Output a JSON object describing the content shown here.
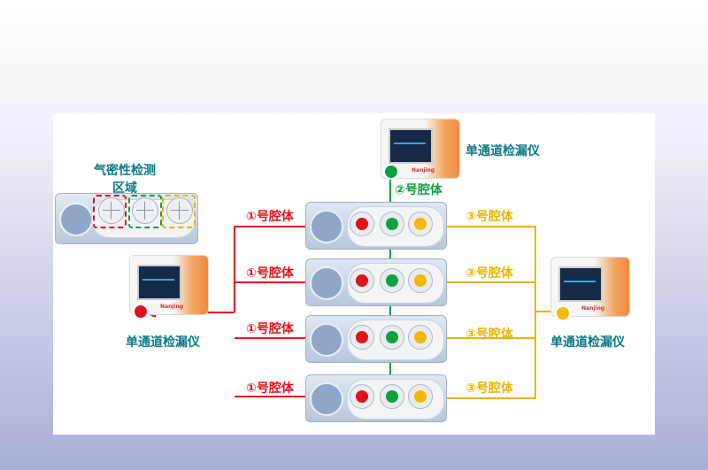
{
  "labels": {
    "airtight_area": [
      "气密性检测",
      "区域"
    ],
    "device_left": "单通道检漏仪",
    "device_top": "单通道检漏仪",
    "device_right": "单通道检漏仪",
    "cavity1": "①号腔体",
    "cavity2": "②号腔体",
    "cavity3": "③号腔体"
  },
  "device": {
    "brand": "Nanjing"
  },
  "colors": {
    "cavity1": "#e0121c",
    "cavity2": "#0ea040",
    "cavity3": "#e8b400",
    "device_label": "#0b7a88"
  }
}
